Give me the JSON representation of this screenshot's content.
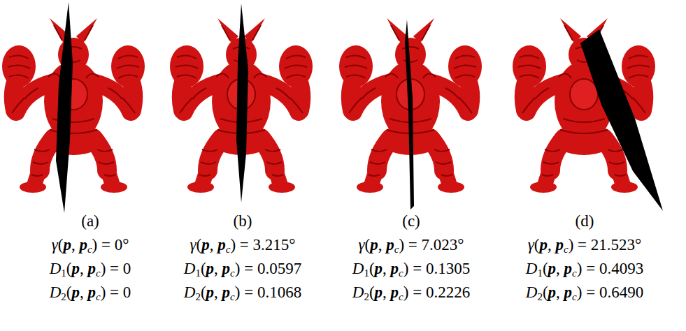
{
  "diagram": {
    "labels": [
      "(a)",
      "γ(p, pc) = 0°",
      "D1(p, pc) = 0",
      "D2(p, pc) = 0",
      "(b)",
      "γ(p, pc) = 3.215°",
      "D1(p, pc) = 0.0597",
      "D2(p, pc) = 0.1068",
      "(c)",
      "γ(p, pc) = 7.023°",
      "D1(p, pc) = 0.1305",
      "D2(p, pc) = 0.2226",
      "(d)",
      "γ(p, pc) = 21.523°",
      "D1(p, pc) = 0.4093",
      "D2(p, pc) = 0.6490"
    ]
  }
}
